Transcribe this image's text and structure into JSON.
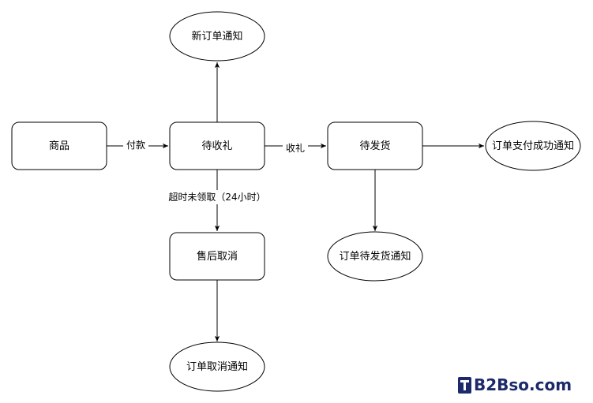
{
  "colors": {
    "stroke": "#000000",
    "fill": "#ffffff",
    "text": "#000000",
    "watermark": "#1c2a6b"
  },
  "nodes": {
    "goods": "商品",
    "pending_receive": "待收礼",
    "pending_ship": "待发货",
    "aftersale_cancel": "售后取消",
    "notify_new_order": "新订单通知",
    "notify_pay_success": "订单支付成功通知",
    "notify_pending_ship": "订单待发货通知",
    "notify_cancel": "订单取消通知"
  },
  "edges": {
    "pay": "付款",
    "receive": "收礼",
    "timeout": "超时未领取（24小时）"
  },
  "watermark": {
    "text": "B2Bso.com",
    "icon": "t-logo-icon"
  }
}
